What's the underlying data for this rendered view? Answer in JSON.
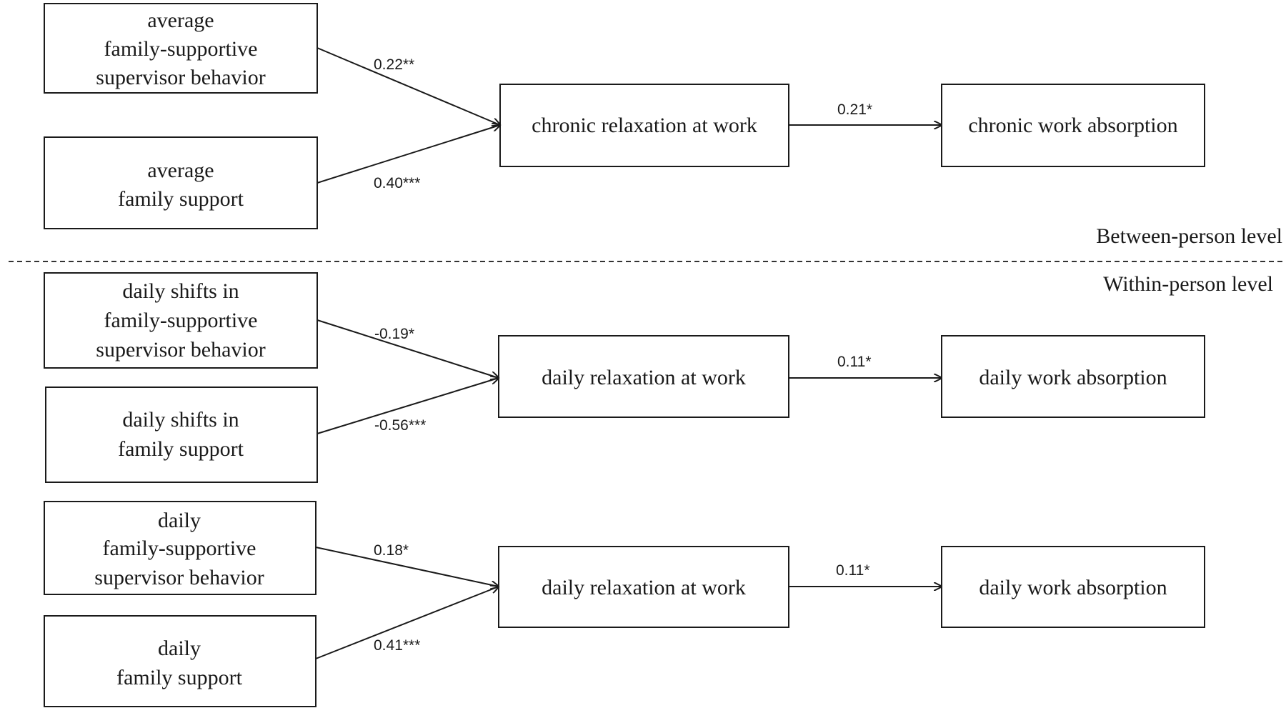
{
  "boxes": {
    "top_fssb": [
      "average",
      "family-supportive",
      "supervisor behavior"
    ],
    "top_fs": [
      "average",
      "family support"
    ],
    "top_mediator": [
      "chronic relaxation at work"
    ],
    "top_outcome": [
      "chronic work absorption"
    ],
    "mid_fssb": [
      "daily shifts in",
      "family-supportive",
      "supervisor behavior"
    ],
    "mid_fs": [
      "daily shifts in",
      "family support"
    ],
    "mid_mediator": [
      "daily relaxation at work"
    ],
    "mid_outcome": [
      "daily work absorption"
    ],
    "bot_fssb": [
      "daily",
      "family-supportive",
      "supervisor behavior"
    ],
    "bot_fs": [
      "daily",
      "family support"
    ],
    "bot_mediator": [
      "daily relaxation at work"
    ],
    "bot_outcome": [
      "daily work absorption"
    ]
  },
  "paths": {
    "top_a1": "0.22**",
    "top_a2": "0.40***",
    "top_b": "0.21*",
    "mid_a1": "-0.19*",
    "mid_a2": "-0.56***",
    "mid_b": "0.11*",
    "bot_a1": "0.18*",
    "bot_a2": "0.41***",
    "bot_b": "0.11*"
  },
  "levels": {
    "between": "Between-person level",
    "within": "Within-person level"
  }
}
